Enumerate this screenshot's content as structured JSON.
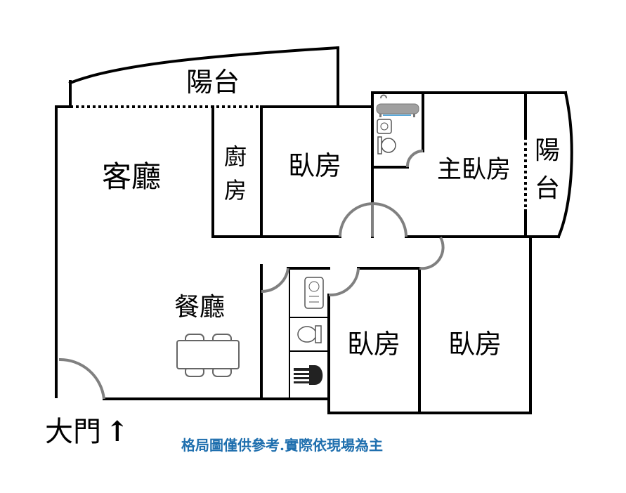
{
  "rooms": {
    "balcony_top": "陽台",
    "living_room": "客廳",
    "kitchen": "廚\n房",
    "kitchen_line1": "廚",
    "kitchen_line2": "房",
    "bedroom_top": "臥房",
    "master_bedroom": "主臥房",
    "balcony_right_line1": "陽",
    "balcony_right_line2": "台",
    "dining_room": "餐廳",
    "bedroom_bottom_left": "臥房",
    "bedroom_bottom_right": "臥房",
    "entrance": "大門"
  },
  "entrance_arrow": "↑",
  "note": "格局圖僅供參考.實際依現場為主",
  "colors": {
    "wall": "#000000",
    "door": "#808080",
    "note": "#1f6fae"
  }
}
